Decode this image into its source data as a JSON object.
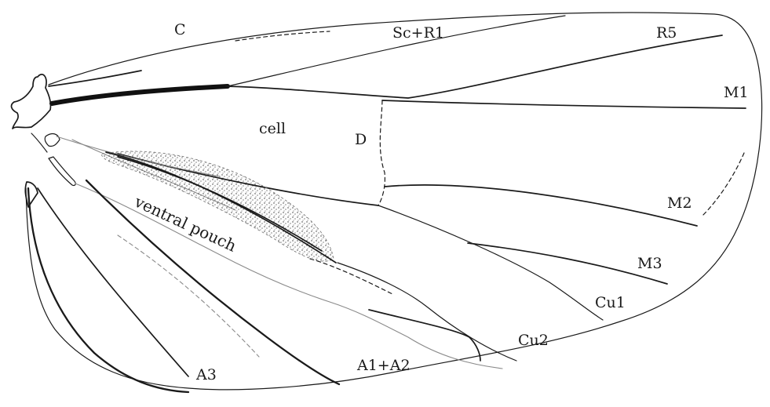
{
  "figure": {
    "labels": {
      "costa": "C",
      "subcosta_radius": "Sc+R1",
      "radius5": "R5",
      "media1": "M1",
      "cell": "cell",
      "discal": "D",
      "media2": "M2",
      "media3": "M3",
      "cubitus1": "Cu1",
      "cubitus2": "Cu2",
      "anal12": "A1+A2",
      "anal3": "A3",
      "pouch": "ventral pouch"
    }
  }
}
